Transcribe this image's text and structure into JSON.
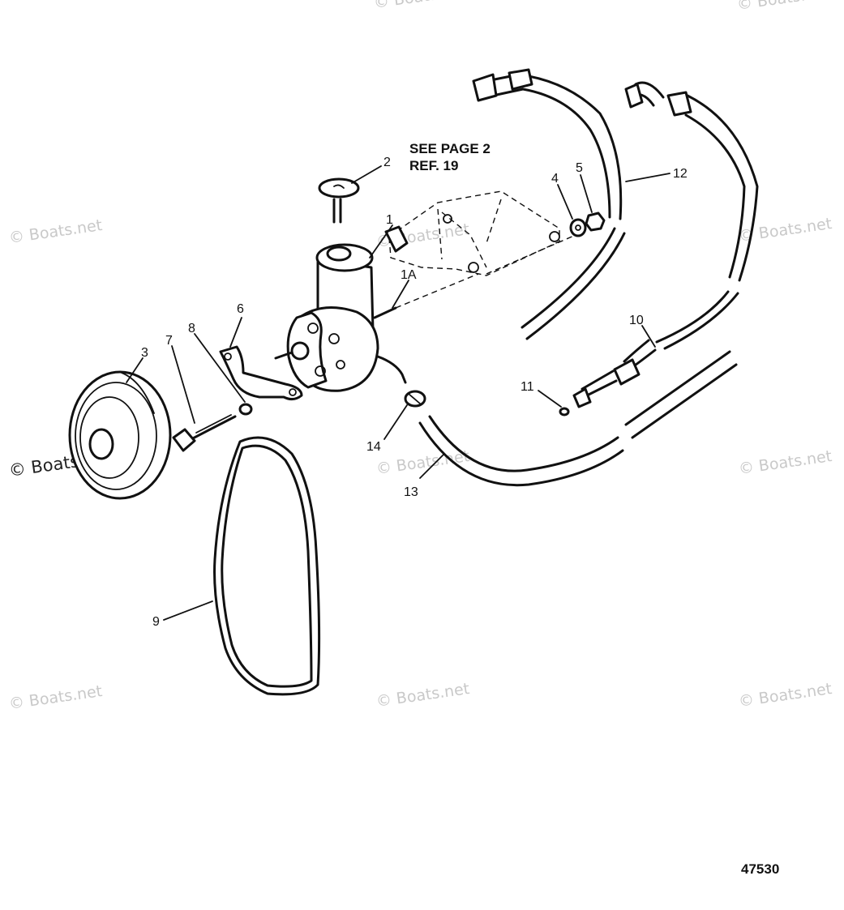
{
  "note": {
    "line1": "SEE PAGE 2",
    "line2": "REF. 19"
  },
  "figure_number": "47530",
  "watermark": "© Boats.net",
  "callouts": {
    "c1": "1",
    "c1a": "1A",
    "c2": "2",
    "c3": "3",
    "c4": "4",
    "c5": "5",
    "c6": "6",
    "c7": "7",
    "c8": "8",
    "c9": "9",
    "c10": "10",
    "c11": "11",
    "c12": "12",
    "c13": "13",
    "c14": "14"
  }
}
